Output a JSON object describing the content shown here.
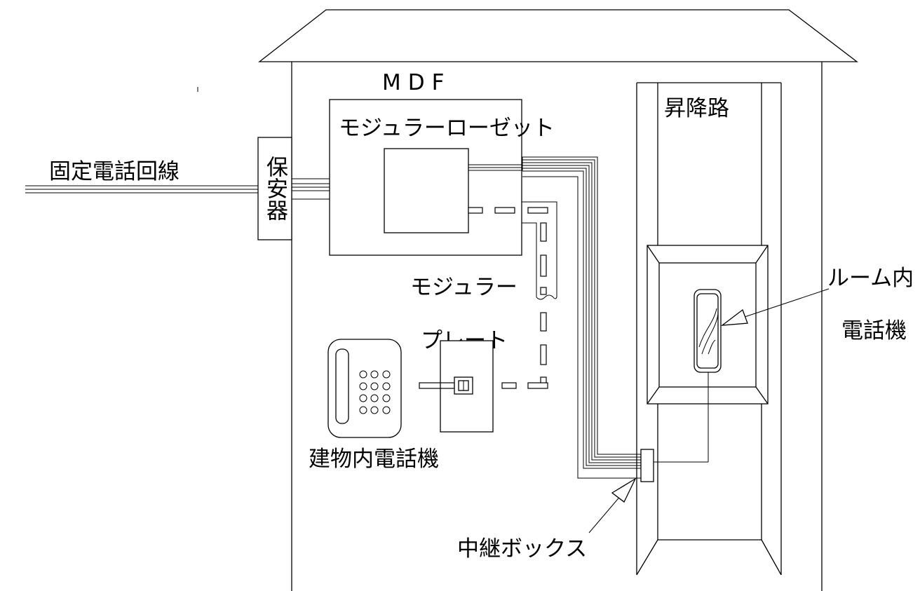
{
  "labels": {
    "line": "固定電話回線",
    "protector": "保安器",
    "mdf": "MDF",
    "modular_rosette": "モジュラーローゼット",
    "hoistway": "昇降路",
    "modular_plate_line1": "モジュラー",
    "modular_plate_line2": "プレート",
    "building_phone": "建物内電話機",
    "car_phone_line1": "ルーム内",
    "car_phone_line2": "電話機",
    "relay_box": "中継ボックス"
  },
  "colors": {
    "line": "#000000",
    "background": "#ffffff"
  }
}
